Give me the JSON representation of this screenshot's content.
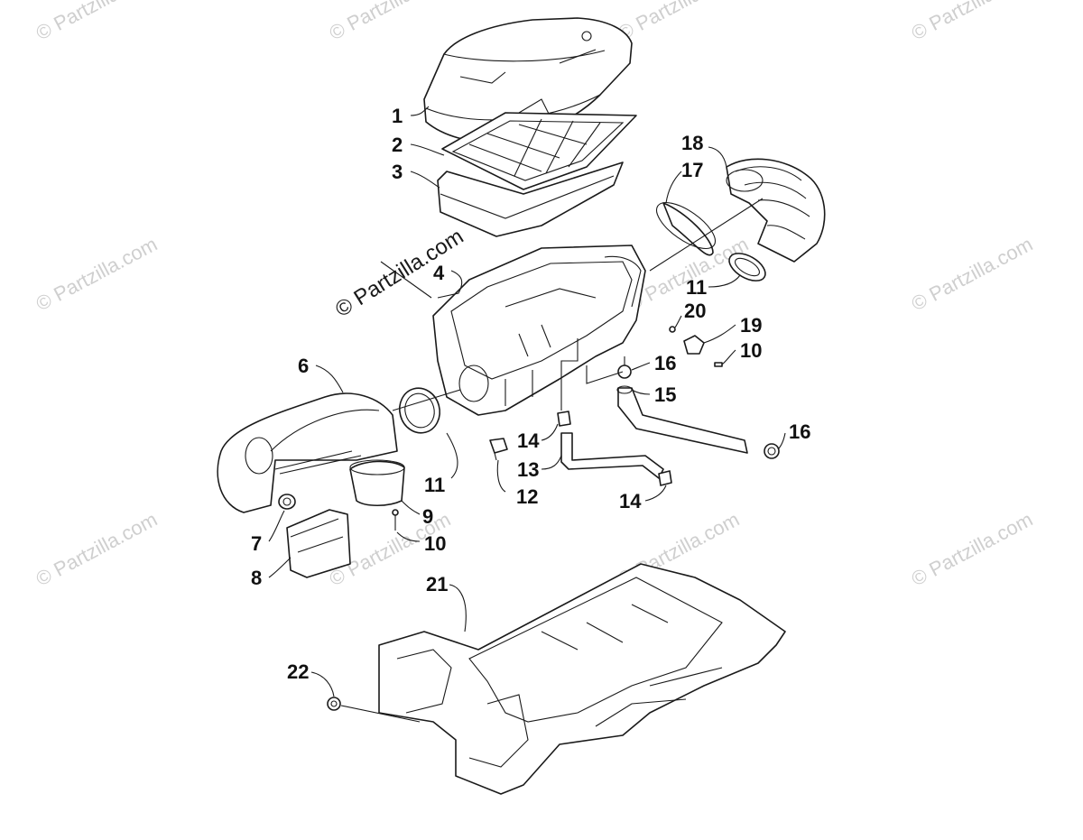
{
  "watermark": "© Partzilla.com",
  "colors": {
    "line": "#1a1a1a",
    "watermark": "#cfcfcf",
    "background": "#ffffff"
  },
  "callouts": {
    "c1": "1",
    "c2": "2",
    "c3": "3",
    "c4": "4",
    "c6": "6",
    "c7": "7",
    "c8": "8",
    "c9": "9",
    "c10a": "10",
    "c10b": "10",
    "c11a": "11",
    "c11b": "11",
    "c12": "12",
    "c13": "13",
    "c14a": "14",
    "c14b": "14",
    "c15": "15",
    "c16a": "16",
    "c16b": "16",
    "c17": "17",
    "c18": "18",
    "c19": "19",
    "c20": "20",
    "c21": "21",
    "c22": "22"
  }
}
